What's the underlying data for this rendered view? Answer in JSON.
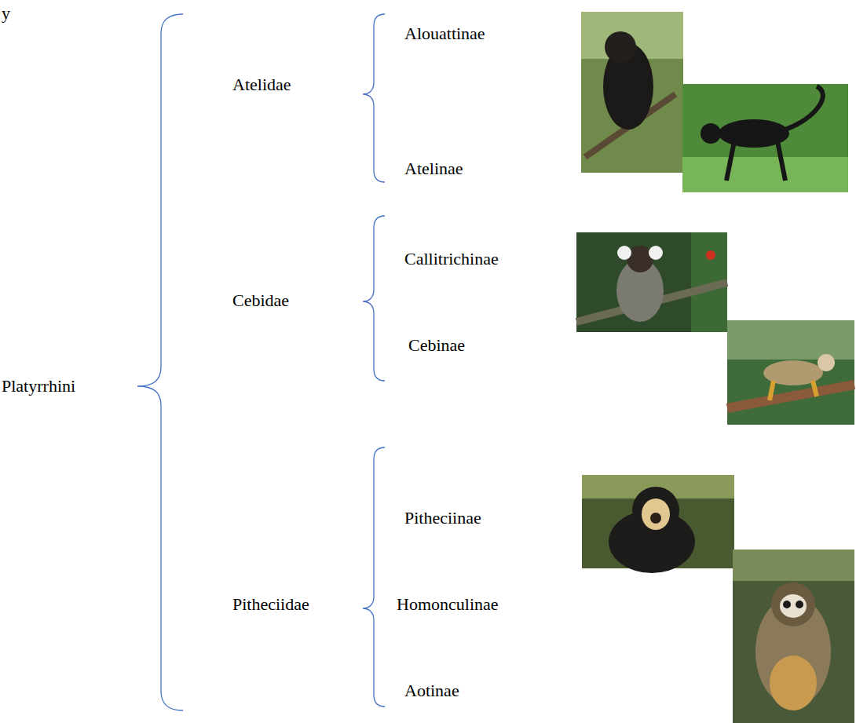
{
  "diagram": {
    "labels": [
      "y",
      "Platyrrhini",
      "Atelidae",
      "Alouattinae",
      "Atelinae",
      "Cebidae",
      "Callitrichinae",
      "Cebinae",
      "Pitheciidae",
      "Pitheciinae",
      "Homonculinae",
      "Aotinae"
    ]
  }
}
